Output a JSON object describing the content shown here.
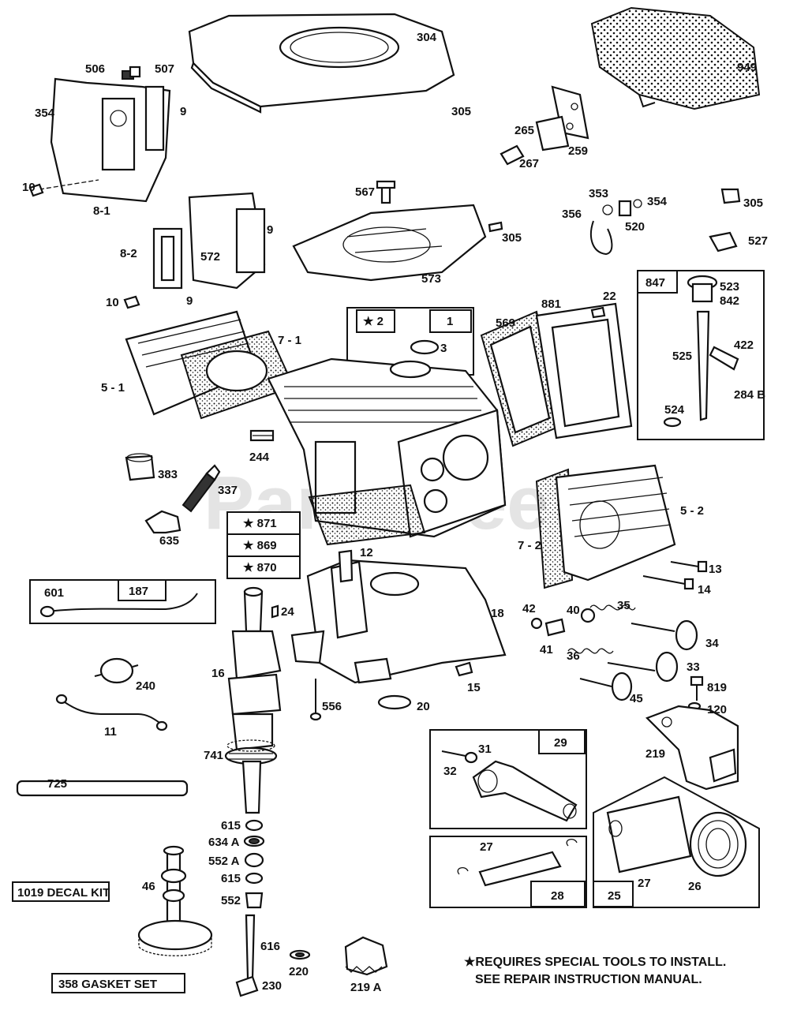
{
  "watermark": "PartsTree",
  "labels": {
    "p304": "304",
    "p305a": "305",
    "p949": "949",
    "p506": "506",
    "p507": "507",
    "p354a": "354",
    "p9a": "9",
    "p10a": "10",
    "p8_1": "8-1",
    "p265": "265",
    "p259": "259",
    "p267": "267",
    "p567": "567",
    "p305b": "305",
    "p353": "353",
    "p354b": "354",
    "p356": "356",
    "p520": "520",
    "p305c": "305",
    "p527": "527",
    "p8_2": "8-2",
    "p572": "572",
    "p9b": "9",
    "p10b": "10",
    "p9c": "9",
    "p573": "573",
    "p847": "847",
    "p523": "523",
    "p842": "842",
    "p881": "881",
    "p22": "22",
    "p569": "569",
    "p422": "422",
    "p525": "525",
    "p284b": "284 B",
    "p524": "524",
    "p2": "★ 2",
    "p1": "1",
    "p3": "3",
    "p7_1": "7 - 1",
    "p5_1": "5 - 1",
    "p244": "244",
    "p383": "383",
    "p337": "337",
    "p635": "635",
    "p871": "★ 871",
    "p869": "★ 869",
    "p870": "★ 870",
    "p12": "12",
    "p5_2": "5 - 2",
    "p7_2": "7 - 2",
    "p13": "13",
    "p14": "14",
    "p601": "601",
    "p187": "187",
    "p24": "24",
    "p18": "18",
    "p42": "42",
    "p40": "40",
    "p35": "35",
    "p34": "34",
    "p41": "41",
    "p36": "36",
    "p33": "33",
    "p16": "16",
    "p240": "240",
    "p15": "15",
    "p819": "819",
    "p45": "45",
    "p120": "120",
    "p556": "556",
    "p20": "20",
    "p11": "11",
    "p219": "219",
    "p29": "29",
    "p31": "31",
    "p32": "32",
    "p741": "741",
    "p725": "725",
    "p615a": "615",
    "p634a": "634 A",
    "p552a": "552 A",
    "p615b": "615",
    "p552": "552",
    "p27a": "27",
    "p46": "46",
    "p28": "28",
    "p25": "25",
    "p27b": "27",
    "p26": "26",
    "p616": "616",
    "p220": "220",
    "p230": "230",
    "p219a": "219 A"
  },
  "kits": {
    "decal_kit": "1019 DECAL KIT",
    "gasket_set": "358  GASKET SET"
  },
  "footnote": {
    "line1": "★REQUIRES SPECIAL TOOLS TO INSTALL.",
    "line2": "SEE REPAIR INSTRUCTION MANUAL."
  }
}
